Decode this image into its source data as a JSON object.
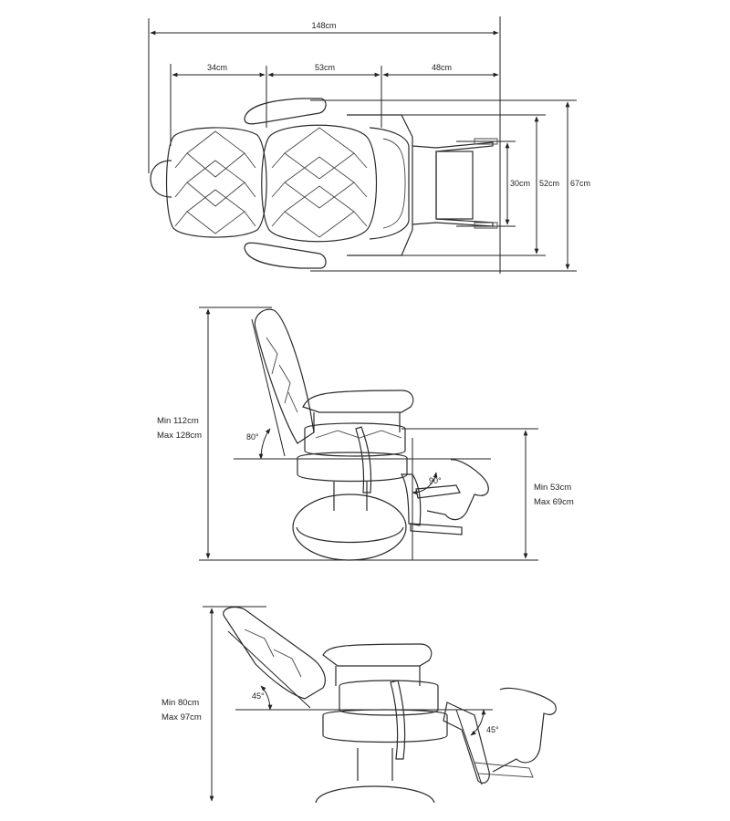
{
  "top_view": {
    "total_length": "148cm",
    "headrest_length": "34cm",
    "seat_length": "53cm",
    "footrest_length": "48cm",
    "footrest_width": "30cm",
    "seat_width": "52cm",
    "total_width": "67cm"
  },
  "upright_view": {
    "height_min": "Min 112cm",
    "height_max": "Max 128cm",
    "back_angle": "80°",
    "foot_angle": "90°",
    "seat_height_min": "Min 53cm",
    "seat_height_max": "Max 69cm"
  },
  "reclined_view": {
    "height_min": "Min 80cm",
    "height_max": "Max 97cm",
    "back_angle": "45°",
    "foot_angle": "45°"
  }
}
